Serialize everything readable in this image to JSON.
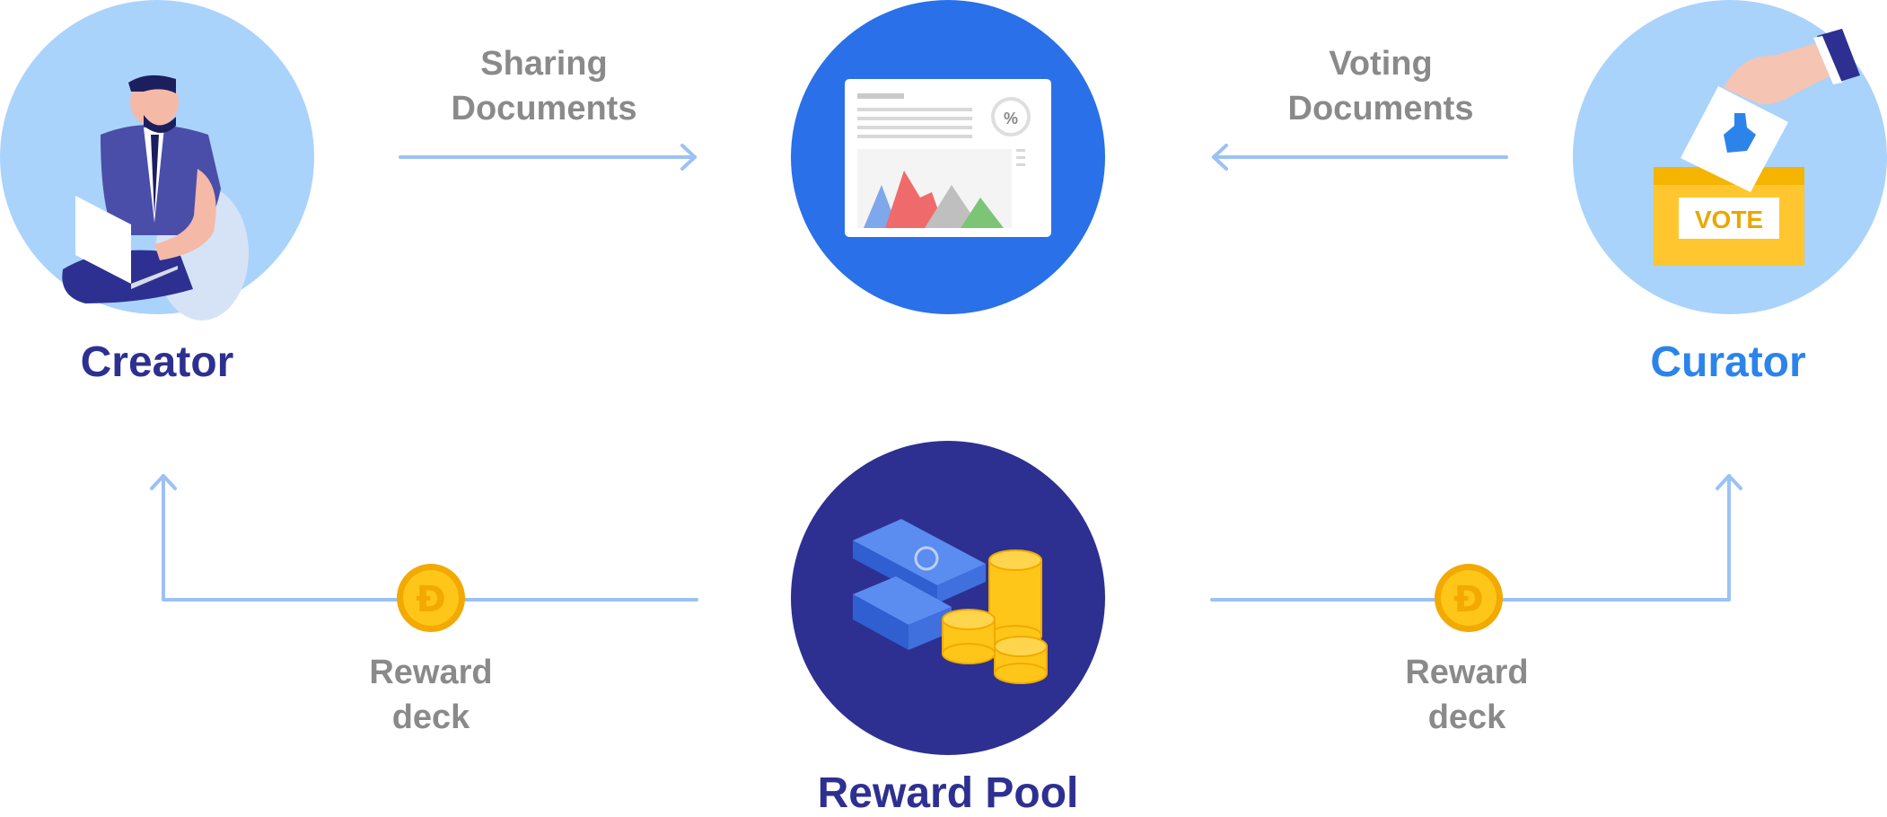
{
  "diagram": {
    "nodes": {
      "creator": {
        "label": "Creator",
        "color": "#2d3091",
        "circle_fill": "#a9d3fb"
      },
      "documents": {
        "circle_fill": "#2a70e8"
      },
      "curator": {
        "label": "Curator",
        "color": "#2c84ea",
        "circle_fill": "#a9d3fb"
      },
      "reward_pool": {
        "label": "Reward Pool",
        "color": "#2d3091",
        "circle_fill": "#2d3091"
      }
    },
    "edges": {
      "sharing": {
        "line1": "Sharing",
        "line2": "Documents"
      },
      "voting": {
        "line1": "Voting",
        "line2": "Documents"
      },
      "reward_left": {
        "line1": "Reward",
        "line2": "deck"
      },
      "reward_right": {
        "line1": "Reward",
        "line2": "deck"
      }
    },
    "vote_box_text": "VOTE",
    "percent_glyph": "%",
    "coin_glyph": "Đ",
    "colors": {
      "arrow": "#9cc1f4",
      "label_gray": "#8a8a8a",
      "coin_gold": "#ffc61a",
      "coin_dark": "#f2a900"
    }
  }
}
